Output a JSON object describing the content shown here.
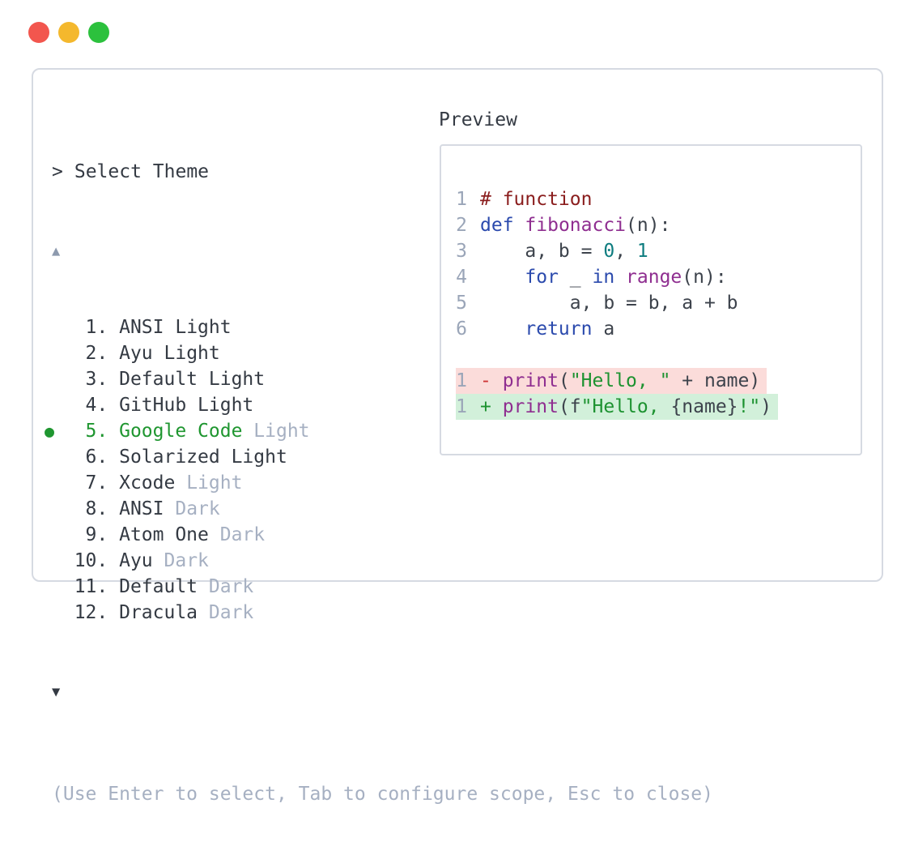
{
  "window": {
    "controls": [
      {
        "name": "close",
        "color": "#f2564e"
      },
      {
        "name": "minimize",
        "color": "#f4b82d"
      },
      {
        "name": "zoom",
        "color": "#2cc13d"
      }
    ]
  },
  "dialog": {
    "prompt_marker": ">",
    "title": "Select Theme",
    "scroll_up": "▲",
    "scroll_down": "▼",
    "hint": "(Use Enter to select, Tab to configure scope, Esc to close)",
    "items": [
      {
        "number": "1.",
        "name": "ANSI",
        "variant": "Light",
        "variant_muted": false,
        "selected": false
      },
      {
        "number": "2.",
        "name": "Ayu",
        "variant": "Light",
        "variant_muted": false,
        "selected": false
      },
      {
        "number": "3.",
        "name": "Default",
        "variant": "Light",
        "variant_muted": false,
        "selected": false
      },
      {
        "number": "4.",
        "name": "GitHub",
        "variant": "Light",
        "variant_muted": false,
        "selected": false
      },
      {
        "number": "5.",
        "name": "Google Code",
        "variant": "Light",
        "variant_muted": true,
        "selected": true
      },
      {
        "number": "6.",
        "name": "Solarized",
        "variant": "Light",
        "variant_muted": false,
        "selected": false
      },
      {
        "number": "7.",
        "name": "Xcode",
        "variant": "Light",
        "variant_muted": true,
        "selected": false
      },
      {
        "number": "8.",
        "name": "ANSI",
        "variant": "Dark",
        "variant_muted": true,
        "selected": false
      },
      {
        "number": "9.",
        "name": "Atom One",
        "variant": "Dark",
        "variant_muted": true,
        "selected": false
      },
      {
        "number": "10.",
        "name": "Ayu",
        "variant": "Dark",
        "variant_muted": true,
        "selected": false
      },
      {
        "number": "11.",
        "name": "Default",
        "variant": "Dark",
        "variant_muted": true,
        "selected": false
      },
      {
        "number": "12.",
        "name": "Dracula",
        "variant": "Dark",
        "variant_muted": true,
        "selected": false
      }
    ]
  },
  "preview": {
    "label": "Preview",
    "lines": [
      {
        "ln": "1",
        "tokens": [
          {
            "t": "# function",
            "c": "com"
          }
        ]
      },
      {
        "ln": "2",
        "tokens": [
          {
            "t": "def",
            "c": "kw"
          },
          {
            "t": " ",
            "c": "pln"
          },
          {
            "t": "fibonacci",
            "c": "typ"
          },
          {
            "t": "(n):",
            "c": "pln"
          }
        ]
      },
      {
        "ln": "3",
        "tokens": [
          {
            "t": "    a, b = ",
            "c": "pln"
          },
          {
            "t": "0",
            "c": "lit"
          },
          {
            "t": ", ",
            "c": "pln"
          },
          {
            "t": "1",
            "c": "lit"
          }
        ]
      },
      {
        "ln": "4",
        "tokens": [
          {
            "t": "    ",
            "c": "pln"
          },
          {
            "t": "for",
            "c": "kw"
          },
          {
            "t": " _ ",
            "c": "pln"
          },
          {
            "t": "in",
            "c": "kw"
          },
          {
            "t": " ",
            "c": "pln"
          },
          {
            "t": "range",
            "c": "typ"
          },
          {
            "t": "(n):",
            "c": "pln"
          }
        ]
      },
      {
        "ln": "5",
        "tokens": [
          {
            "t": "        a, b = b, a + b",
            "c": "pln"
          }
        ]
      },
      {
        "ln": "6",
        "tokens": [
          {
            "t": "    ",
            "c": "pln"
          },
          {
            "t": "return",
            "c": "kw"
          },
          {
            "t": " a",
            "c": "pln"
          }
        ]
      },
      {
        "blank": true
      },
      {
        "ln": "1",
        "diff": "removed",
        "tokens": [
          {
            "t": "- ",
            "c": "minus"
          },
          {
            "t": "print",
            "c": "typ"
          },
          {
            "t": "(",
            "c": "pln"
          },
          {
            "t": "\"Hello, \"",
            "c": "str"
          },
          {
            "t": " + name)",
            "c": "pln"
          }
        ]
      },
      {
        "ln": "1",
        "diff": "added",
        "tokens": [
          {
            "t": "+ ",
            "c": "plus"
          },
          {
            "t": "print",
            "c": "typ"
          },
          {
            "t": "(f",
            "c": "pln"
          },
          {
            "t": "\"Hello, ",
            "c": "str"
          },
          {
            "t": "{name}",
            "c": "pln"
          },
          {
            "t": "!\"",
            "c": "str"
          },
          {
            "t": ")",
            "c": "pln"
          }
        ]
      }
    ]
  },
  "colors": {
    "text": "#343a43",
    "muted": "#a6b0c2",
    "accent_green": "#1f9630",
    "scroll_up": "#8d9aae",
    "line_number": "#9aa5b8",
    "border": "#d6dae2",
    "comment": "#8a1d1d",
    "keyword": "#2b4aad",
    "type": "#8f2e90",
    "string": "#1d9230",
    "literal": "#0d7c7f",
    "plain_code": "#3d434c",
    "diff_minus": "#cf3535",
    "diff_plus": "#1d9230",
    "removed_bg": "#fbdcda",
    "added_bg": "#d2f0da"
  }
}
